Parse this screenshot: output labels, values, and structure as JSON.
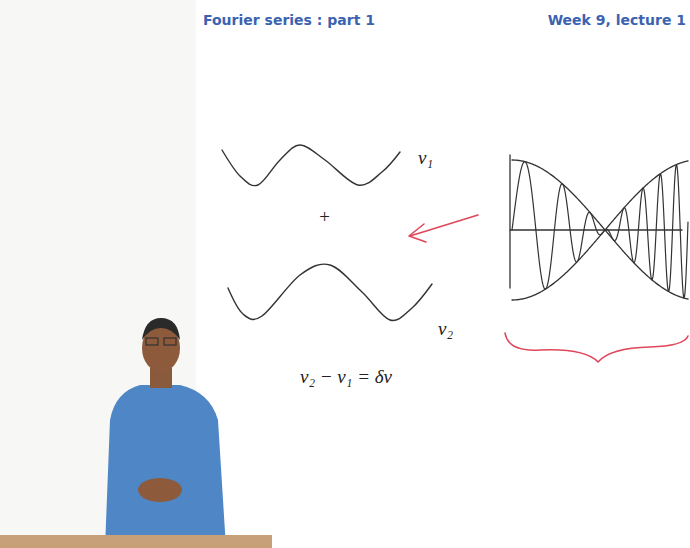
{
  "diagram": {
    "title": "Fourier series : part 1",
    "labels": [
      "Week 9, lecture 1",
      "ν₁",
      "+",
      "ν₂",
      "ν₂ − ν₁ = δν"
    ]
  }
}
